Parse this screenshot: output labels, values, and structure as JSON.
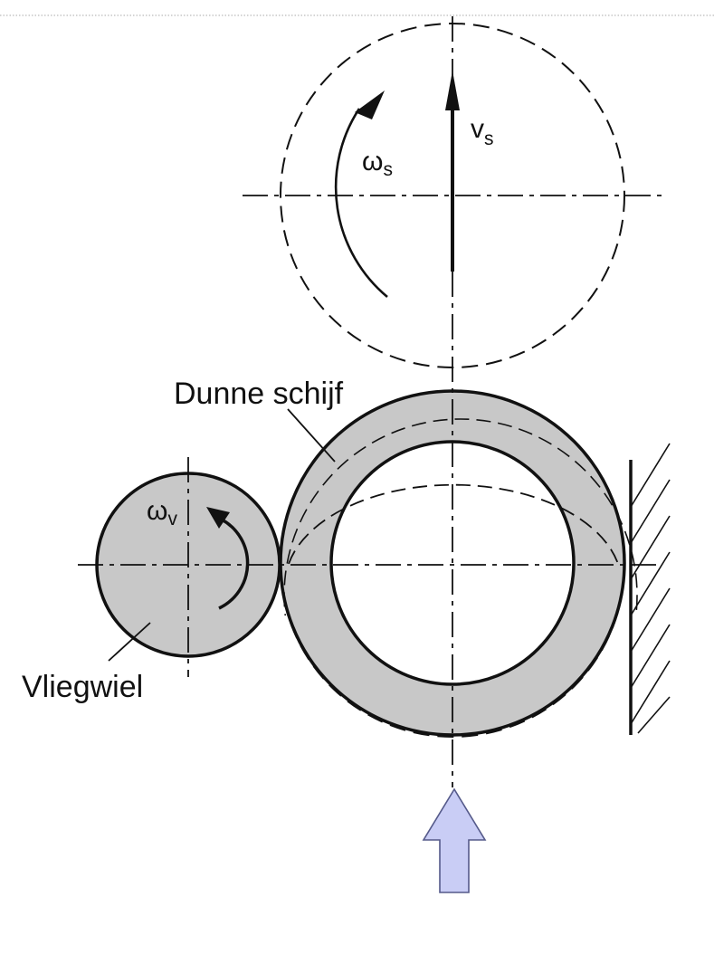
{
  "labels": {
    "disk": "Dunne schijf",
    "flywheel": "Vliegwiel",
    "omega_s_main": "ω",
    "omega_s_sub": "s",
    "v_s_main": "v",
    "v_s_sub": "s",
    "omega_v_main": "ω",
    "omega_v_sub": "v"
  },
  "colors": {
    "line": "#111111",
    "fill_gray": "#c8c8c8",
    "arrow_fill": "#c9cdf5",
    "arrow_stroke": "#555a8a",
    "top_rule": "#a9a9a9"
  }
}
